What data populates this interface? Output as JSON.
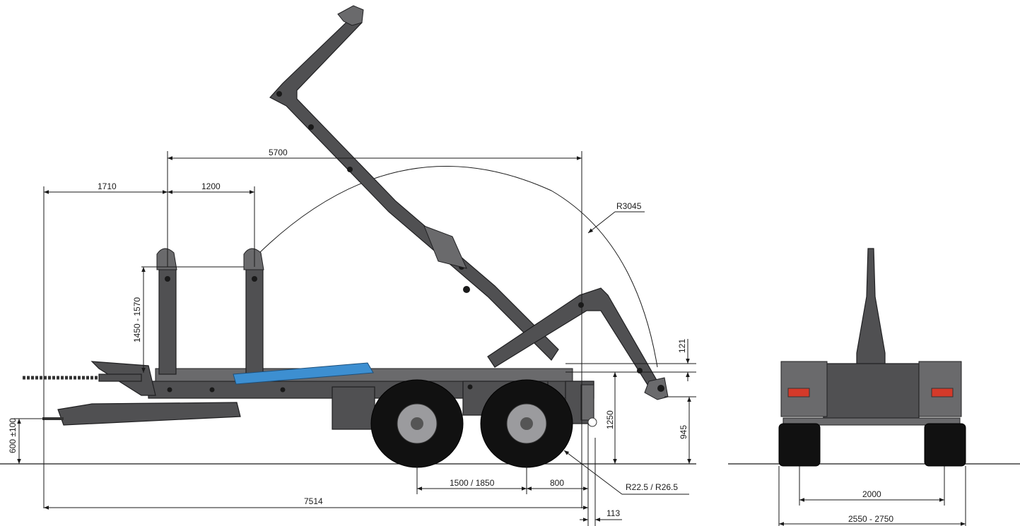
{
  "side_view": {
    "dimensions": {
      "d5700": "5700",
      "d1710": "1710",
      "d1200": "1200",
      "r3045": "R3045",
      "d1450_1570": "1450 - 1570",
      "d121": "121",
      "d1250": "1250",
      "d945": "945",
      "d600": "600 ±100",
      "d1500_1850": "1500 / 1850",
      "d800": "800",
      "tire_radius": "R22.5 / R26.5",
      "d7514": "7514",
      "d113": "113"
    }
  },
  "rear_view": {
    "dimensions": {
      "d2000": "2000",
      "d2550_2750": "2550 - 2750"
    }
  },
  "colors": {
    "steel": "#505052",
    "hydraulic": "#3d8fd1",
    "tire": "#111111"
  }
}
